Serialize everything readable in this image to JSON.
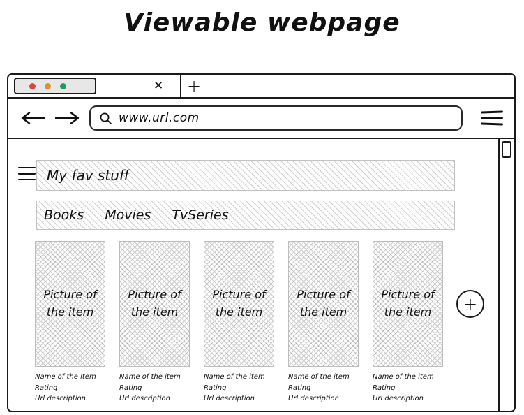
{
  "page": {
    "title": "Viewable webpage"
  },
  "browser": {
    "window_controls": {
      "dots": [
        {
          "name": "red",
          "color": "#cf4a40"
        },
        {
          "name": "amber",
          "color": "#e2902f"
        },
        {
          "name": "green",
          "color": "#1e9e5a"
        }
      ]
    },
    "tabbar": {
      "close_icon": "✕",
      "new_tab_icon": "+"
    },
    "navbar": {
      "url": "www.url.com"
    }
  },
  "content": {
    "banner_label": "My fav stuff",
    "categories": [
      "Books",
      "Movies",
      "TvSeries"
    ],
    "cards": [
      {
        "picture_label": "Picture of the item",
        "name": "Name of the item",
        "rating": "Rating",
        "url_description": "Url description"
      },
      {
        "picture_label": "Picture of the item",
        "name": "Name of the item",
        "rating": "Rating",
        "url_description": "Url description"
      },
      {
        "picture_label": "Picture of the item",
        "name": "Name of the item",
        "rating": "Rating",
        "url_description": "Url description"
      },
      {
        "picture_label": "Picture of the item",
        "name": "Name of the item",
        "rating": "Rating",
        "url_description": "Url description"
      },
      {
        "picture_label": "Picture of the item",
        "name": "Name of the item",
        "rating": "Rating",
        "url_description": "Url description"
      }
    ],
    "add_button_icon": "+"
  }
}
